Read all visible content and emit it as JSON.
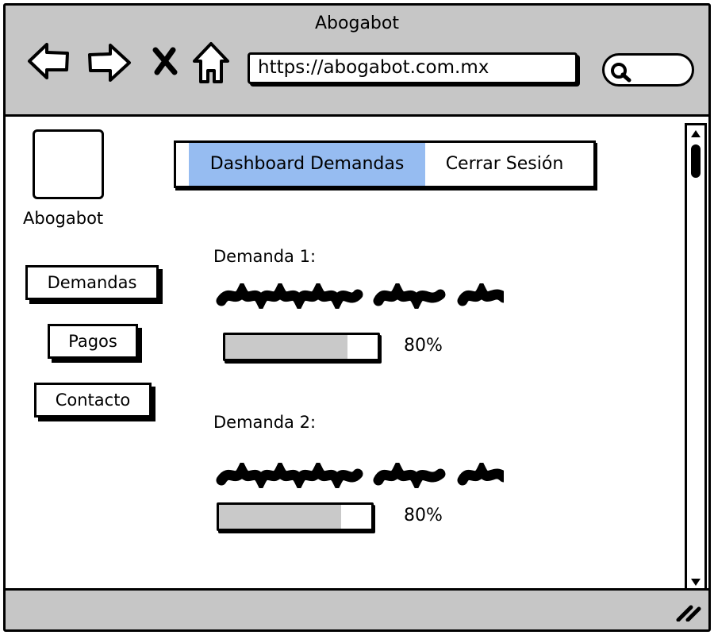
{
  "window": {
    "title": "Abogabot"
  },
  "browser": {
    "url": "https://abogabot.com.mx",
    "icons": [
      "back-arrow-icon",
      "forward-arrow-icon",
      "close-x-icon",
      "home-icon",
      "search-icon"
    ]
  },
  "logo": {
    "label": "Abogabot"
  },
  "sidebar": {
    "items": [
      {
        "label": "Demandas"
      },
      {
        "label": "Pagos"
      },
      {
        "label": "Contacto"
      }
    ]
  },
  "tabs": [
    {
      "label": "Dashboard Demandas",
      "active": true
    },
    {
      "label": "Cerrar Sesión",
      "active": false
    }
  ],
  "demandas": [
    {
      "title": "Demanda 1:",
      "progress": 80,
      "progress_label": "80%"
    },
    {
      "title": "Demanda 2:",
      "progress": 80,
      "progress_label": "80%"
    }
  ],
  "colors": {
    "chrome": "#c6c6c6",
    "active_tab": "#96bcf1",
    "progress_fill": "#c9c9c9"
  }
}
